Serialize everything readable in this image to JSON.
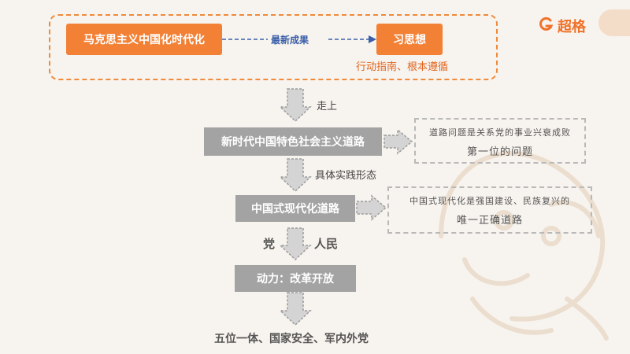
{
  "logo": {
    "text": "超格",
    "icon": "g-logo-icon",
    "color": "#f0722a"
  },
  "top": {
    "left_box": "马克思主义中国化时代化",
    "link_label": "最新成果",
    "right_box": "习思想",
    "right_note": "行动指南、根本遵循"
  },
  "flow": {
    "arrow1_label": "走上",
    "box1": "新时代中国特色社会主义道路",
    "note1_line1": "道路问题是关系党的事业兴衰成败",
    "note1_line2": "第一位的问题",
    "arrow2_label": "具体实践形态",
    "box2": "中国式现代化道路",
    "note2_line1": "中国式现代化是强国建设、民族复兴的",
    "note2_line2": "唯一正确道路",
    "arrow3_left": "党",
    "arrow3_right": "人民",
    "box3": "动力：改革开放",
    "bottom": "五位一体、国家安全、军内外党"
  },
  "colors": {
    "accent": "#f28136",
    "gray_box": "#a3a3a3",
    "arrow": "#c8c8c8",
    "link": "#3a5fa8"
  }
}
